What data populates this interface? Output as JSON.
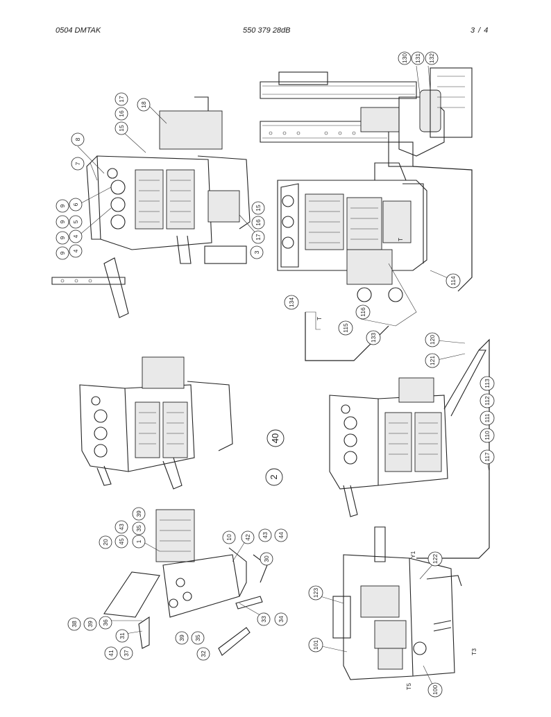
{
  "header": {
    "left": "0504 DMTAK",
    "center": "550 379 28dB",
    "right": "3 /   4"
  },
  "callouts": {
    "c130": "130",
    "c131": "131",
    "c132": "132",
    "c18": "18",
    "c15": "15",
    "c16": "16",
    "c17": "17",
    "c8": "8",
    "c7": "7",
    "c9a": "9",
    "c6": "6",
    "c9b": "9",
    "c5": "5",
    "c9c": "9",
    "c4a": "4",
    "c9d": "9",
    "c4b": "4",
    "c15b": "15",
    "c16b": "16",
    "c17b": "17",
    "c3": "3",
    "c114": "114",
    "c134": "134",
    "c115": "115",
    "c116": "116",
    "c133": "133",
    "c120": "120",
    "c121": "121",
    "c113": "113",
    "c112": "112",
    "c111": "111",
    "c110": "110",
    "c117": "117",
    "c40": "40",
    "c2": "2",
    "c39a": "39",
    "c43a": "43",
    "c35a": "35",
    "c1": "1",
    "c45": "45",
    "c20": "20",
    "c10": "10",
    "c42": "42",
    "c43b": "43",
    "c44": "44",
    "c30": "30",
    "c38": "38",
    "c39b": "39",
    "c36": "36",
    "c31": "31",
    "c41": "41",
    "c37": "37",
    "c39c": "39",
    "c35b": "35",
    "c32": "32",
    "c33": "33",
    "c34": "34",
    "c123": "123",
    "c122": "122",
    "c101": "101",
    "c100": "100"
  },
  "labels": {
    "y1": "Y1",
    "t3": "T3",
    "t5": "T5",
    "t_a": "T",
    "t_b": "T"
  }
}
